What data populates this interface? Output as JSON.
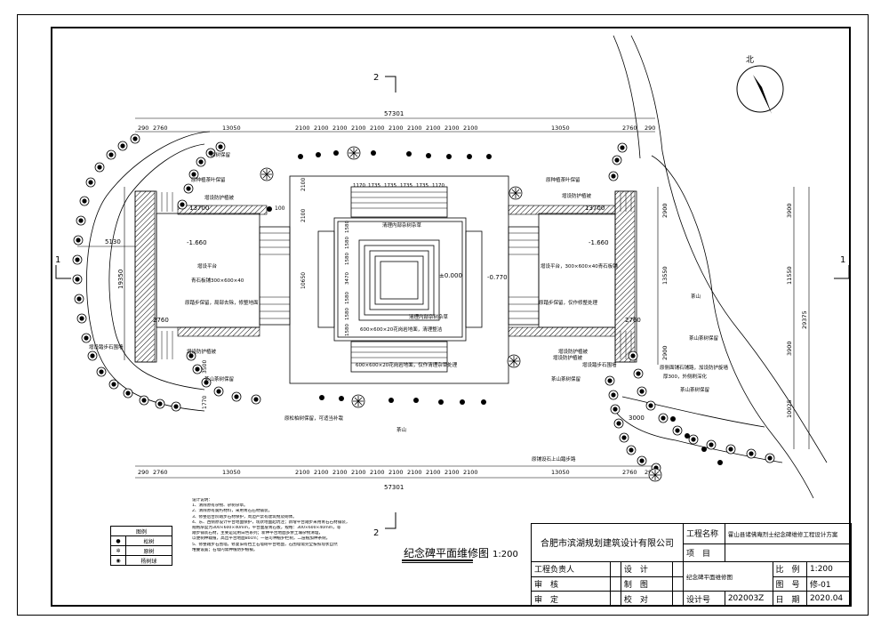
{
  "drawing": {
    "title": "纪念碑平面维修图",
    "scale": "1:200",
    "north_label": "北",
    "section_labels": {
      "top": "2",
      "bottom": "2",
      "left": "1",
      "right": "1"
    },
    "dimensions": {
      "total": "57301",
      "top_row": [
        "290",
        "2760",
        "13050",
        "2100",
        "2100",
        "2100",
        "2100",
        "2100",
        "2100",
        "2100",
        "2100",
        "2100",
        "2100",
        "13050",
        "2760",
        "290"
      ],
      "bottom_row": [
        "290",
        "2760",
        "13050",
        "2100",
        "2100",
        "2100",
        "2100",
        "2100",
        "2100",
        "2100",
        "2100",
        "2100",
        "2100",
        "13050",
        "2760",
        "290"
      ],
      "inner_top": [
        "1170",
        "1735",
        "1735",
        "1735",
        "1735",
        "1170"
      ],
      "left_vertical": "19350",
      "left_offset": "5130",
      "platform_width": "13700",
      "platform_width_right": "13700",
      "left_depth": "2760",
      "right_depth": "2760",
      "right_v": [
        "2900",
        "13550",
        "2900"
      ],
      "right_v2": [
        "3900",
        "11550",
        "3900",
        "10025"
      ],
      "right_total": "29375",
      "path_width": "3000",
      "inner_v": [
        "1580",
        "1580",
        "1580",
        "3470",
        "1580",
        "1580",
        "1580"
      ],
      "inner_left": "10650",
      "inner_top_v": [
        "2100",
        "2100"
      ],
      "small": [
        "3500",
        "1770",
        "100"
      ]
    },
    "elevations": {
      "center": "±0.000",
      "left": "-1.660",
      "right": "-1.660",
      "right_inner": "-0.770"
    },
    "annotations": {
      "a1": "原树保留",
      "a2": "原种植茶叶保留",
      "a3": "增设防护植被",
      "a4": "增设平台",
      "a5": "青石板铺300×600×40",
      "a6": "原踏步保留，局部去除，修整地面",
      "a7": "增设踏步石围墙",
      "a8": "增设防护植被",
      "a9": "茶山茶树保留",
      "a10": "清理内部杂树杂草",
      "a11": "清理内部杂树杂草",
      "a12": "600×600×20花岗岩地面，清理整洁",
      "a13": "600×600×20花岗岩地面，仅作清理杂草处理",
      "a14": "原松柏树保留，可适当补栽",
      "a15": "茶山",
      "a16": "原种植茶叶保留",
      "a17": "增设防护植被",
      "a18": "增设平台，300×600×40青石板铺",
      "a19": "原踏步保留，仅作修整处理",
      "a20": "增设防护植被",
      "a21": "原侧面铺石铺路，加设防护旋墙",
      "a22": "厚300，外侧刷深化",
      "a23": "茶山茶树保留",
      "a24": "茶山",
      "a25": "茶山茶树保留",
      "a26": "原铺设石上山踏步路",
      "a27": "增设踏步石围墙",
      "a28": "增设防护植被",
      "a29": "茶山茶树保留"
    }
  },
  "legend": {
    "title": "图例",
    "items": [
      {
        "symbol": "filled-circle",
        "label": "松树"
      },
      {
        "symbol": "star-circle",
        "label": "原树"
      },
      {
        "symbol": "hatched-circle",
        "label": "杨树球"
      }
    ]
  },
  "notes": [
    "设计说明：",
    "1、清除原有杂物、杂树杂草。",
    "2、清除原有腐朽材料，采用青石石材铺装。",
    "3、修整后台阶踏步石材保护，周边严禁有建筑物及砌体。",
    "4、东、西侧原设计平台地面保护，现状地面起坑洼；新增平台踏步采用青石石材铺装，",
    "    规格厚度为300×600×40mm，平台面层青石板，规格：300×600×40mm，等",
    "    踏步铺装石材，主要是延用白色系列；新种平台地面多余土壤杂物清理，",
    "    以便树种栽植，高出平台地面80cm；一层可种植护栏树，二层植加种茶树。",
    "5、修整踏步石围墙，修复旧有挡土石墙砌平台地面，石围墙需完全按照现状自然",
    "    堆叠设置；石墙内需种植防护植被。"
  ],
  "title_block": {
    "company": "合肥市滨湖规划建筑设计有限公司",
    "project_name_label": "工程名称",
    "project_name": "霍山县诸佛庵烈士纪念碑维修工程设计方案",
    "item_label": "项　目",
    "item_value": "",
    "drawing_name": "纪念碑平面维修图",
    "leader_label": "工程负责人",
    "review_label": "审　核",
    "approve_label": "审　定",
    "design_label": "设　计",
    "draw_label": "制　图",
    "check_label": "校　对",
    "scale_label": "比　例",
    "scale_value": "1:200",
    "no_label": "图　号",
    "no_value": "修-01",
    "code_label": "设计号",
    "code_value": "202003Z",
    "date_label": "日　期",
    "date_value": "2020.04"
  }
}
